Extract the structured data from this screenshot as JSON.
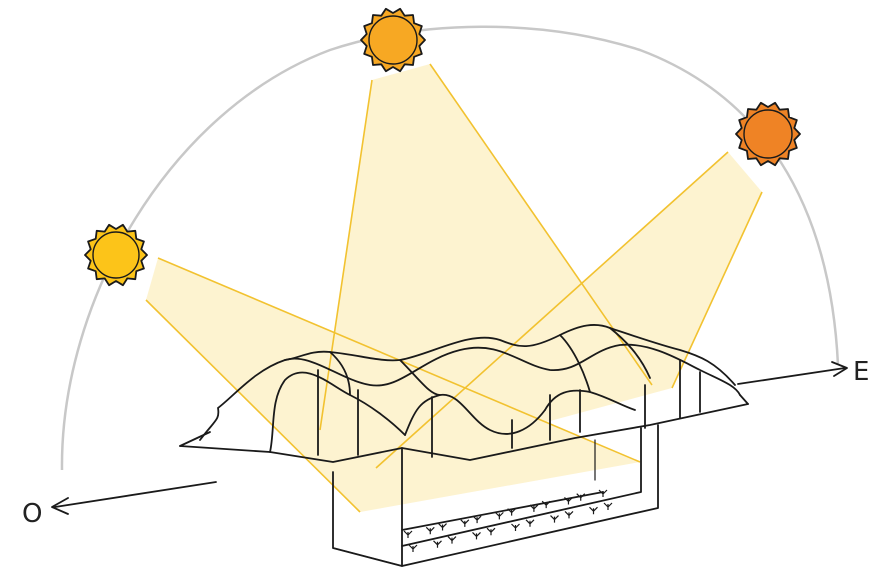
{
  "diagram": {
    "labels": {
      "west": "O",
      "east": "E"
    },
    "colors": {
      "sun_left": "#fcc419",
      "sun_top": "#f7a823",
      "sun_right": "#ef8325",
      "sun_outline": "#1a1a1a",
      "light_beam": "#fdf1c8",
      "sun_path": "#c8c8c8"
    },
    "suns": [
      {
        "id": "sun-west",
        "color_key": "sun_left"
      },
      {
        "id": "sun-zenith",
        "color_key": "sun_top"
      },
      {
        "id": "sun-east",
        "color_key": "sun_right"
      }
    ],
    "icons": [
      "sun-icon",
      "plant-icon",
      "arrow-icon"
    ]
  }
}
